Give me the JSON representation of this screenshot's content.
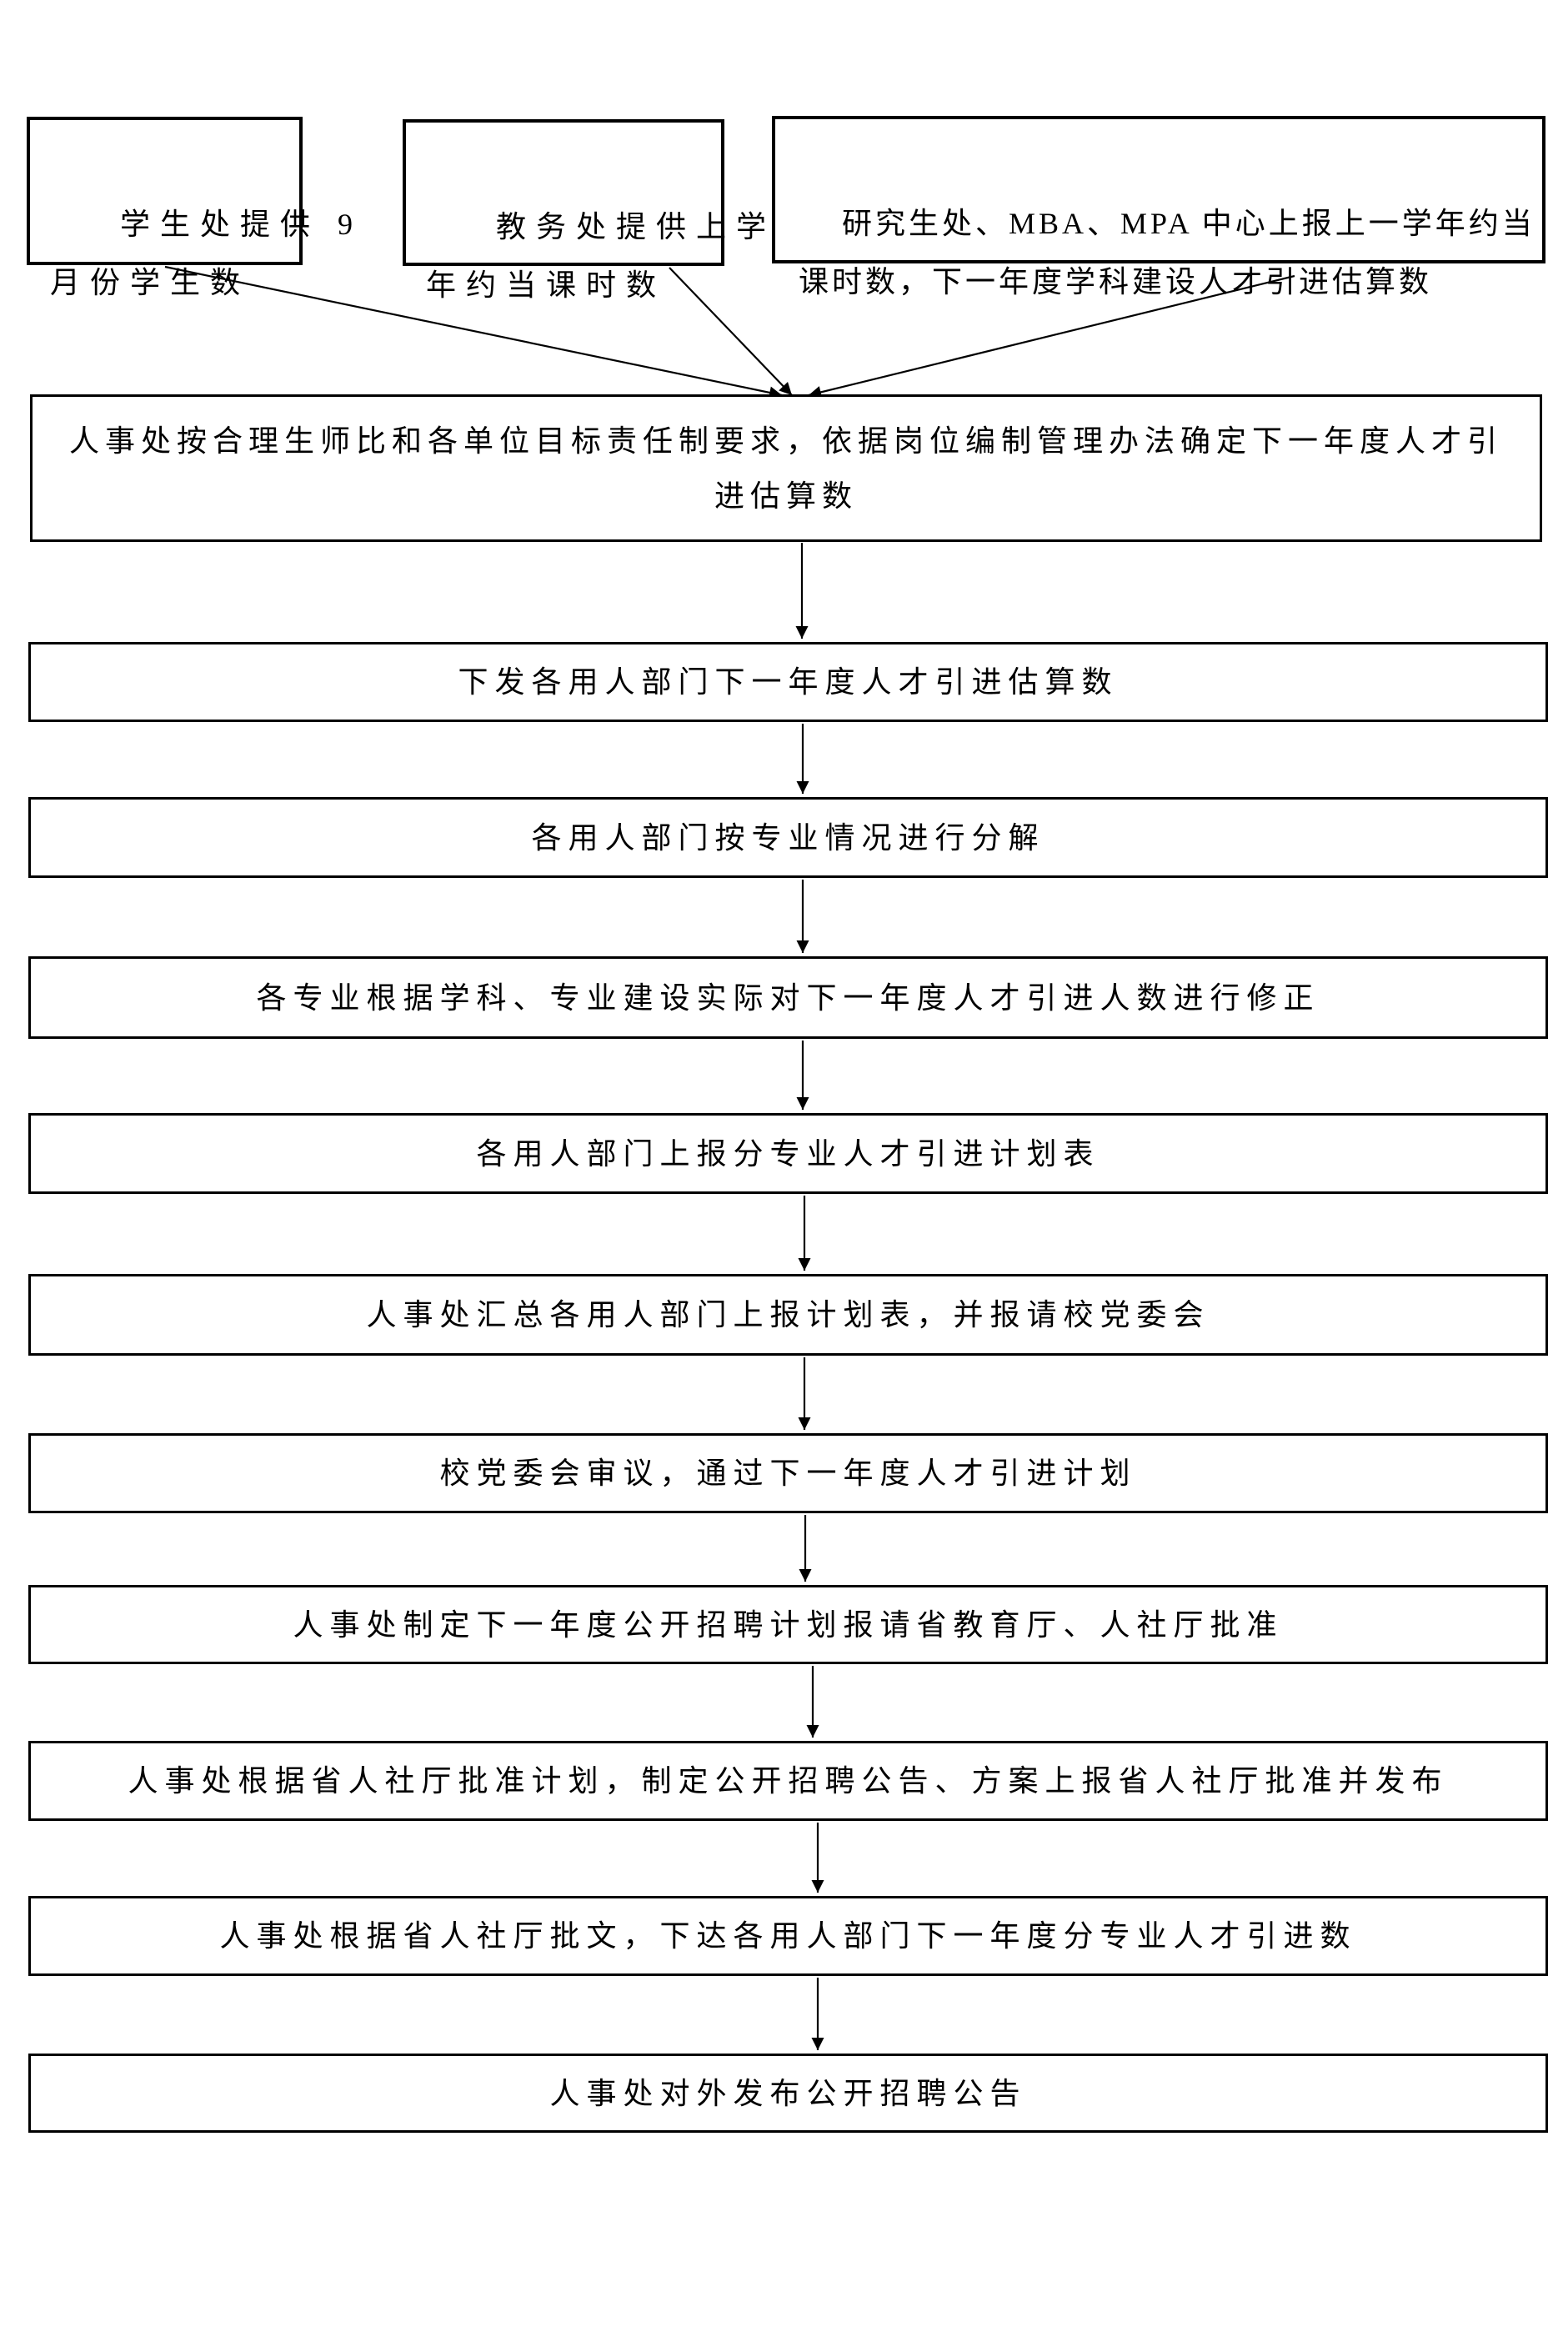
{
  "page": {
    "background_color": "#ffffff",
    "ink_color": "#000000"
  },
  "diagram": {
    "source_boxes": [
      {
        "lines": [
          "学生处提供 9",
          "月份学生数"
        ]
      },
      {
        "lines": [
          "教务处提供上学",
          "年约当课时数"
        ]
      },
      {
        "lines": [
          "研究生处、MBA、MPA 中心上报上一学年约当",
          "课时数，下一年度学科建设人才引进估算数"
        ]
      }
    ],
    "flow_boxes": [
      {
        "lines": [
          "人事处按合理生师比和各单位目标责任制要求，依据岗位编制管理办法确定下一年度人才引",
          "进估算数"
        ]
      },
      {
        "label": "下发各用人部门下一年度人才引进估算数"
      },
      {
        "label": "各用人部门按专业情况进行分解"
      },
      {
        "label": "各专业根据学科、专业建设实际对下一年度人才引进人数进行修正"
      },
      {
        "label": "各用人部门上报分专业人才引进计划表"
      },
      {
        "label": "人事处汇总各用人部门上报计划表，并报请校党委会"
      },
      {
        "label": "校党委会审议，通过下一年度人才引进计划"
      },
      {
        "label": "人事处制定下一年度公开招聘计划报请省教育厅、人社厅批准"
      },
      {
        "label": "人事处根据省人社厅批准计划，制定公开招聘公告、方案上报省人社厅批准并发布"
      },
      {
        "label": "人事处根据省人社厅批文，下达各用人部门下一年度分专业人才引进数"
      },
      {
        "label": "人事处对外发布公开招聘公告"
      }
    ]
  }
}
